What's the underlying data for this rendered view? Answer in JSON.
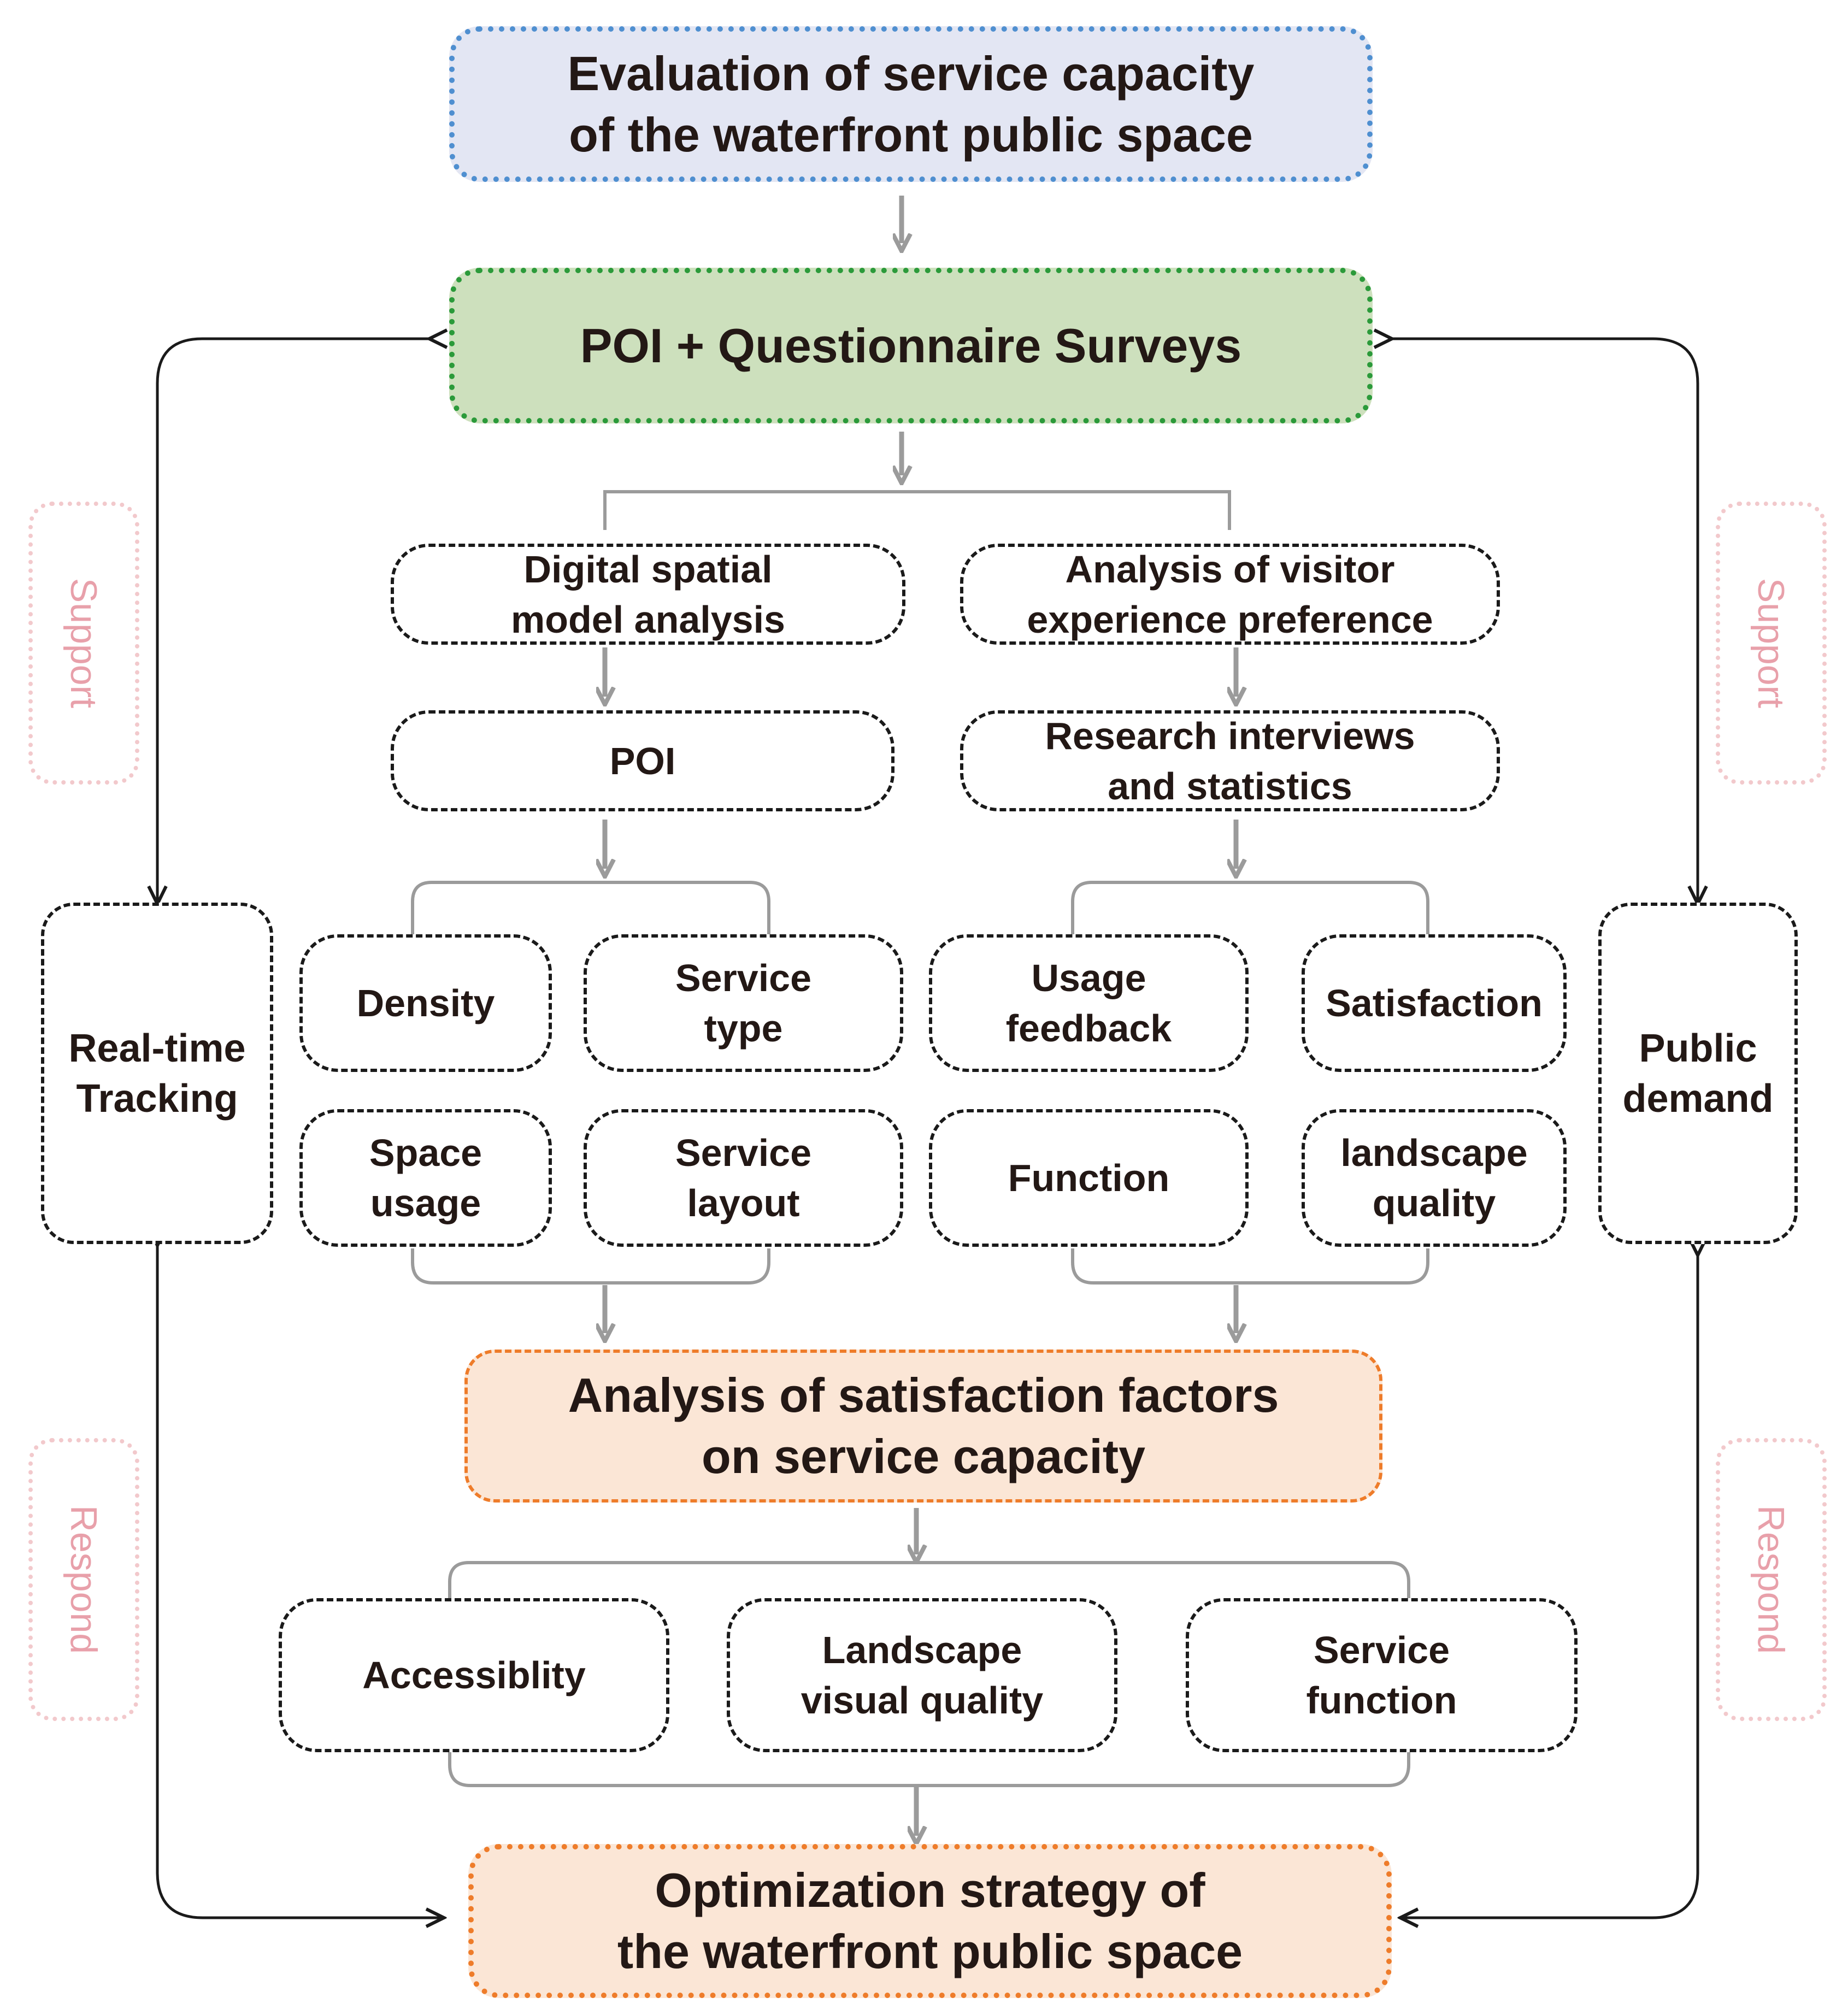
{
  "colors": {
    "top_fill": "#e3e6f3",
    "top_border": "#4f8fd0",
    "poi_fill": "#cde0bd",
    "poi_border": "#2b9a3a",
    "orange_fill": "#fbe6d6",
    "orange_border": "#ee7c2a",
    "connector_gray": "#9b9b9b",
    "loop_line": "#1a1a1a",
    "tag_text": "#e8a0aa"
  },
  "title_box": {
    "lines": [
      "Evaluation of service capacity",
      "of the waterfront public space"
    ]
  },
  "survey_box": {
    "lines": [
      "POI + Questionnaire Surveys"
    ]
  },
  "left_branch": {
    "method": {
      "lines": [
        "Digital spatial",
        "model  analysis"
      ]
    },
    "source": {
      "lines": [
        "POI"
      ]
    },
    "factors": [
      {
        "lines": [
          "Density"
        ]
      },
      {
        "lines": [
          "Service",
          "type"
        ]
      },
      {
        "lines": [
          "Space",
          "usage"
        ]
      },
      {
        "lines": [
          "Service",
          "layout"
        ]
      }
    ]
  },
  "right_branch": {
    "method": {
      "lines": [
        "Analysis of visitor",
        "experience preference"
      ]
    },
    "source": {
      "lines": [
        "Research interviews",
        "and statistics"
      ]
    },
    "factors": [
      {
        "lines": [
          "Usage",
          "feedback"
        ]
      },
      {
        "lines": [
          "Satisfaction"
        ]
      },
      {
        "lines": [
          "Function"
        ]
      },
      {
        "lines": [
          "landscape",
          "quality"
        ]
      }
    ]
  },
  "analysis_box": {
    "lines": [
      "Analysis of satisfaction factors",
      "on service capacity"
    ]
  },
  "outcomes": [
    {
      "lines": [
        "Accessiblity"
      ]
    },
    {
      "lines": [
        "Landscape",
        "visual quality"
      ]
    },
    {
      "lines": [
        "Service",
        "function"
      ]
    }
  ],
  "strategy_box": {
    "lines": [
      "Optimization strategy of",
      "the waterfront public space"
    ]
  },
  "left_side": {
    "lines": [
      "Real-time",
      "Tracking"
    ]
  },
  "right_side": {
    "lines": [
      "Public",
      "demand"
    ]
  },
  "tags": {
    "support": "Support",
    "respond": "Respond"
  }
}
